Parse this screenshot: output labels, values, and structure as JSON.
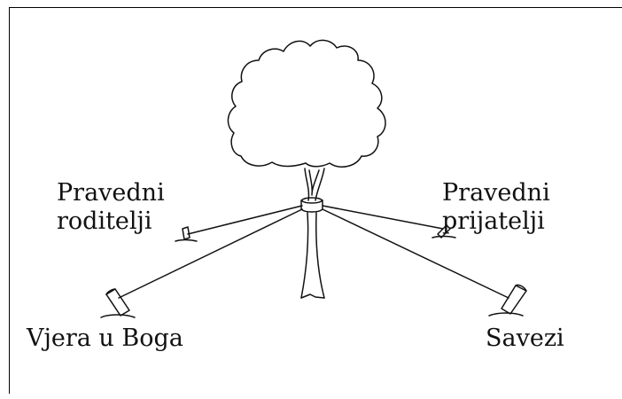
{
  "diagram": {
    "labels": {
      "parents_line1": "Pravedni",
      "parents_line2": "roditelji",
      "friends_line1": "Pravedni",
      "friends_line2": "prijatelji",
      "faith": "Vjera u Boga",
      "covenants": "Savezi"
    },
    "colors": {
      "stroke": "#111111",
      "background": "#ffffff"
    },
    "icons": [
      "tree-icon",
      "stake-icon"
    ]
  }
}
